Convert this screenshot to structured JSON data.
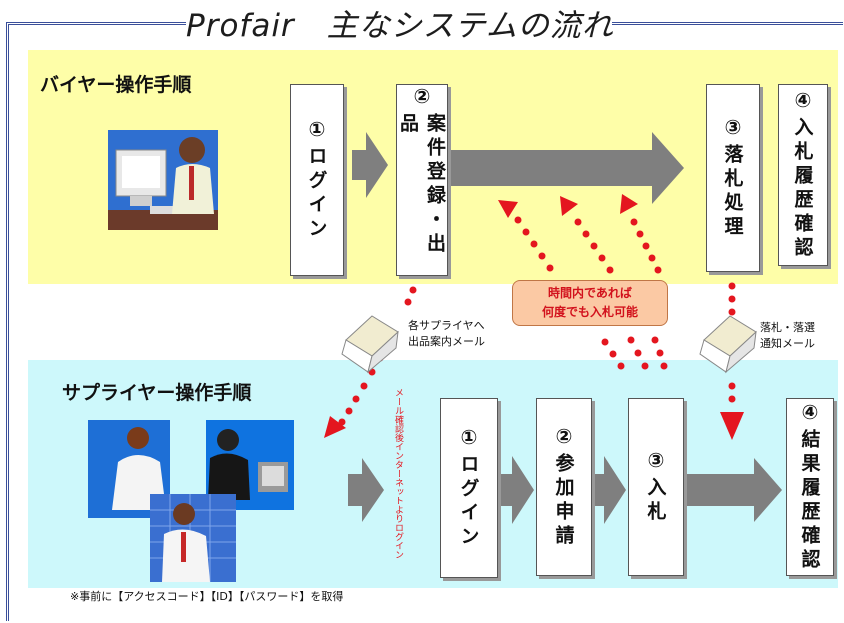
{
  "title": "Profair　主なシステムの流れ",
  "buyer": {
    "section_title": "バイヤー操作手順",
    "steps": [
      {
        "num": "①",
        "label": "ログイン"
      },
      {
        "num": "②",
        "label": "案件登録・出品"
      },
      {
        "num": "③",
        "label": "落札処理"
      },
      {
        "num": "④",
        "label": "入札履歴確認"
      }
    ]
  },
  "supplier": {
    "section_title": "サプライヤー操作手順",
    "login_note": "メール確認後インターネットよりログイン",
    "steps": [
      {
        "num": "①",
        "label": "ログイン"
      },
      {
        "num": "②",
        "label": "参加申請"
      },
      {
        "num": "③",
        "label": "入札"
      },
      {
        "num": "④",
        "label": "結果履歴確認"
      }
    ]
  },
  "callout": {
    "line1": "時間内であれば",
    "line2": "何度でも入札可能"
  },
  "mail_notice_1": {
    "line1": "各サプライヤへ",
    "line2": "出品案内メール"
  },
  "mail_notice_2": {
    "line1": "落札・落選",
    "line2": "通知メール"
  },
  "footnote": "※事前に【アクセスコード】【ID】【パスワード】を取得",
  "colors": {
    "buyer_panel": "#fefea8",
    "supplier_panel": "#cdf8fb",
    "arrow": "#7f7f7f",
    "dots": "#e4161f"
  },
  "icons": [
    "buyer-at-computer-icon",
    "supplier-people-icon",
    "mail-envelope-icon"
  ]
}
